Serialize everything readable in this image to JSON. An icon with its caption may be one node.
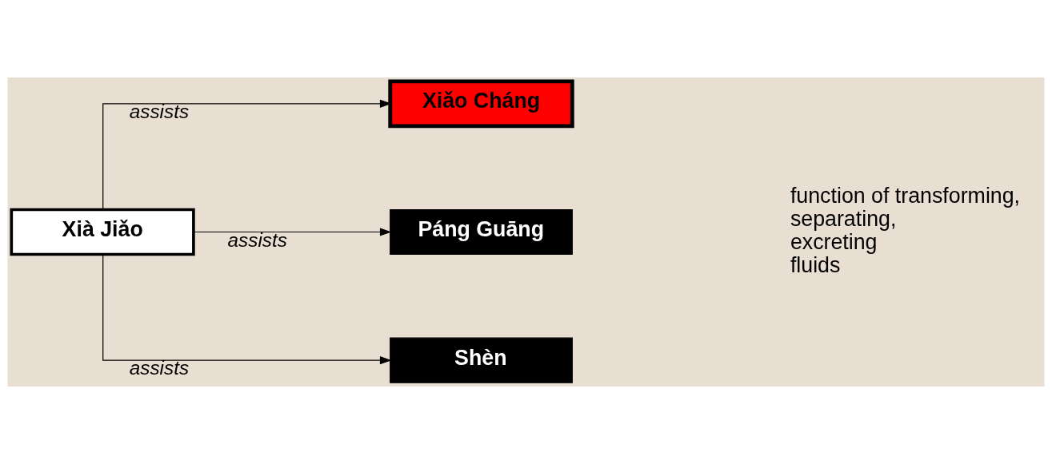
{
  "diagram": {
    "nodes": [
      {
        "text": [
          "Xià Jiǎo"
        ]
      },
      {
        "text": [
          "Xiǎo Cháng"
        ]
      },
      {
        "text": [
          "Páng Guāng"
        ]
      },
      {
        "text": [
          "Shèn"
        ]
      }
    ],
    "edges": [
      {
        "from": 0,
        "to": 1,
        "arrow": "to",
        "label": "assists"
      },
      {
        "from": 0,
        "to": 2,
        "arrow": "to",
        "label": "assists"
      },
      {
        "from": 0,
        "to": 3,
        "arrow": "to",
        "label": "assists"
      }
    ],
    "labels": [
      "function of transforming, separating, excreting fluids"
    ]
  }
}
